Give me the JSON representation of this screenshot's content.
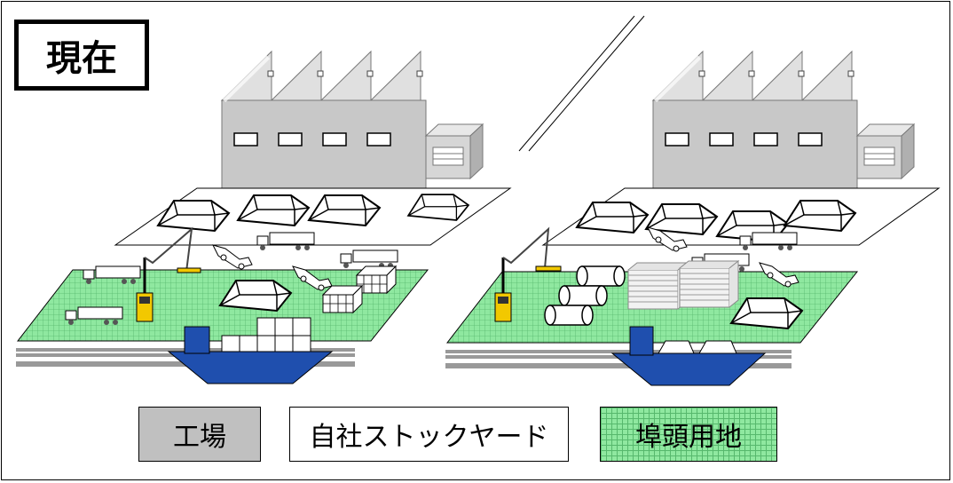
{
  "title": "現在",
  "legend": {
    "factory": "工場",
    "stockyard": "自社ストックヤード",
    "wharf": "埠頭用地"
  },
  "colors": {
    "factory": "#c0c0c0",
    "wharf": "#8fe8a0",
    "ship": "#1f4fae",
    "crane": "#f2c800"
  }
}
